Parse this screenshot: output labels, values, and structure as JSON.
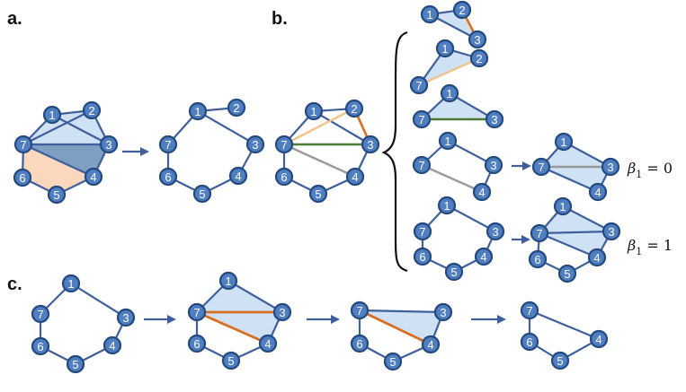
{
  "panels": {
    "a": "a.",
    "b": "b.",
    "c": "c."
  },
  "betti": [
    {
      "label": "β",
      "sub": "1",
      "eq": " = 0"
    },
    {
      "label": "β",
      "sub": "1",
      "eq": " = 1"
    }
  ],
  "colors": {
    "node_fill": "#4f7fc0",
    "node_stroke": "#24497f",
    "edge": "#3e5f9c",
    "edge_gray": "#9a9a9a",
    "edge_orange": "#d86f1f",
    "edge_tan": "#f0c48a",
    "edge_green": "#4d7b33",
    "face_light": "#cfe1f4",
    "face_dark": "#7f9fc2",
    "face_peach": "#fbd7bd",
    "arrow": "#3e5f9c"
  },
  "graphs": [
    {
      "id": "a-complex",
      "nodes": [
        "1",
        "2",
        "3",
        "4",
        "5",
        "6",
        "7"
      ]
    },
    {
      "id": "a-cycle",
      "nodes": [
        "1",
        "2",
        "3",
        "4",
        "5",
        "6",
        "7"
      ]
    },
    {
      "id": "b-graph",
      "nodes": [
        "1",
        "2",
        "3",
        "4",
        "5",
        "6",
        "7"
      ]
    },
    {
      "id": "b-tri-123",
      "nodes": [
        "1",
        "2",
        "3"
      ]
    },
    {
      "id": "b-tri-127",
      "nodes": [
        "1",
        "2",
        "7"
      ]
    },
    {
      "id": "b-tri-137",
      "nodes": [
        "1",
        "3",
        "7"
      ]
    },
    {
      "id": "b-quad",
      "nodes": [
        "1",
        "3",
        "4",
        "7"
      ]
    },
    {
      "id": "b-quad-filled",
      "nodes": [
        "1",
        "3",
        "4",
        "7"
      ]
    },
    {
      "id": "b-hept",
      "nodes": [
        "1",
        "3",
        "4",
        "5",
        "6",
        "7"
      ]
    },
    {
      "id": "b-hept-filled",
      "nodes": [
        "1",
        "3",
        "4",
        "5",
        "6",
        "7"
      ]
    },
    {
      "id": "c-step1",
      "nodes": [
        "1",
        "3",
        "4",
        "5",
        "6",
        "7"
      ]
    },
    {
      "id": "c-step2",
      "nodes": [
        "1",
        "3",
        "4",
        "5",
        "6",
        "7"
      ]
    },
    {
      "id": "c-step3",
      "nodes": [
        "3",
        "4",
        "5",
        "6",
        "7"
      ]
    },
    {
      "id": "c-step4",
      "nodes": [
        "4",
        "5",
        "6",
        "7"
      ]
    }
  ]
}
